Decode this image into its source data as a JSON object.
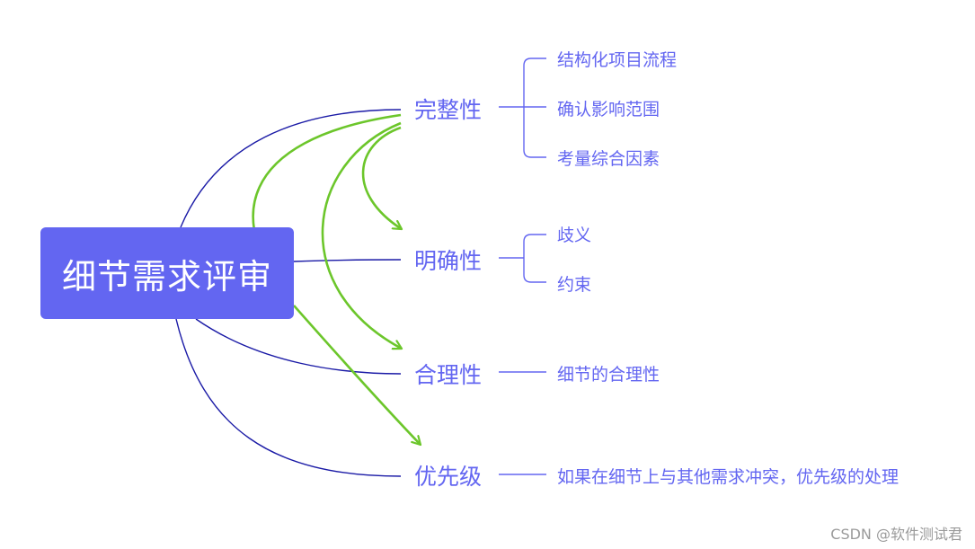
{
  "root": {
    "label": "细节需求评审"
  },
  "branches": [
    {
      "label": "完整性",
      "children": [
        "结构化项目流程",
        "确认影响范围",
        "考量综合因素"
      ]
    },
    {
      "label": "明确性",
      "children": [
        "歧义",
        "约束"
      ]
    },
    {
      "label": "合理性",
      "children": [
        "细节的合理性"
      ]
    },
    {
      "label": "优先级",
      "children": [
        "如果在细节上与其他需求冲突，优先级的处理"
      ]
    }
  ],
  "watermark": "CSDN @软件测试君",
  "colors": {
    "root_fill": "#6366f1",
    "text": "#6366f1",
    "connector": "#1a1aa6",
    "dependency_arrow": "#6cc62b",
    "leaf_bracket": "#6366f1"
  }
}
